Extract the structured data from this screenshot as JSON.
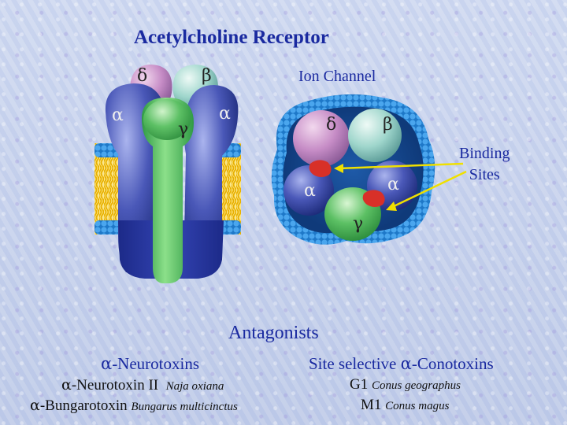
{
  "title": "Acetylcholine Receptor",
  "labels": {
    "ion_channel": "Ion Channel",
    "binding_line1": "Binding",
    "binding_line2": "Sites"
  },
  "subunits": {
    "delta": "δ",
    "beta": "β",
    "alpha": "α",
    "gamma": "γ"
  },
  "antagonists": {
    "heading": "Antagonists",
    "left": {
      "heading_symbol": "α",
      "heading_text": "-Neurotoxins",
      "items": [
        {
          "symbol": "α",
          "name": "-Neurotoxin II",
          "species": "Naja oxiana"
        },
        {
          "symbol": "α",
          "name": "-Bungarotoxin",
          "species": "Bungarus multicinctus"
        }
      ]
    },
    "right": {
      "heading_prefix": "Site selective ",
      "heading_symbol": "α",
      "heading_text": "-Conotoxins",
      "items": [
        {
          "name": "G1",
          "species": "Conus geographus"
        },
        {
          "name": "M1",
          "species": "Conus magus"
        }
      ]
    }
  },
  "colors": {
    "heading_text": "#1a2aa0",
    "delta": "#c990c8",
    "beta": "#a8dcd0",
    "alpha": "#3c4cac",
    "gamma": "#4cb85c",
    "membrane": "#2f8fd8",
    "lipid_tails": "#f2c21a",
    "binding_site": "#d83028",
    "arrow": "#f0e000"
  }
}
